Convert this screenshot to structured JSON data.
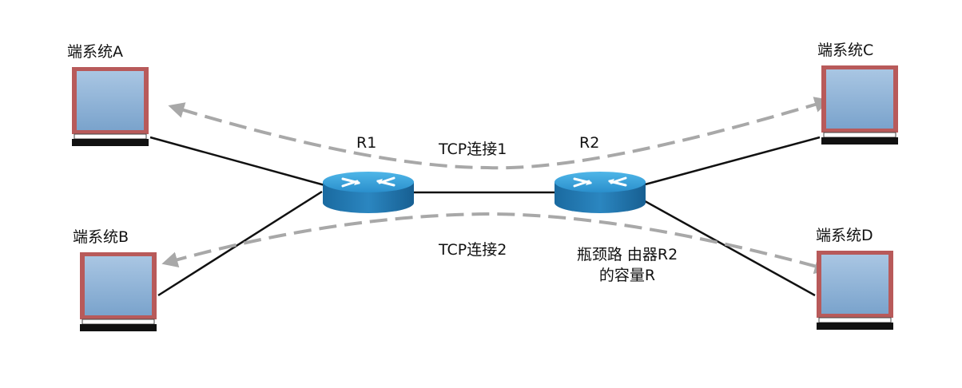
{
  "end_systems": {
    "a": {
      "label": "端系统A"
    },
    "b": {
      "label": "端系统B"
    },
    "c": {
      "label": "端系统C"
    },
    "d": {
      "label": "端系统D"
    }
  },
  "routers": {
    "r1": {
      "label": "R1"
    },
    "r2": {
      "label": "R2"
    }
  },
  "connections": {
    "tcp1": {
      "label": "TCP连接1"
    },
    "tcp2": {
      "label": "TCP连接2"
    }
  },
  "bottleneck": {
    "line1": "瓶颈路 由器R2",
    "line2": "的容量R"
  },
  "colors": {
    "link": "#111111",
    "flow_arrow": "#a8a8a8",
    "monitor_frame": "#b85a5a",
    "screen": "#8fb3d6",
    "router_top": "#2f9fd8",
    "router_side": "#1b6fa6"
  }
}
